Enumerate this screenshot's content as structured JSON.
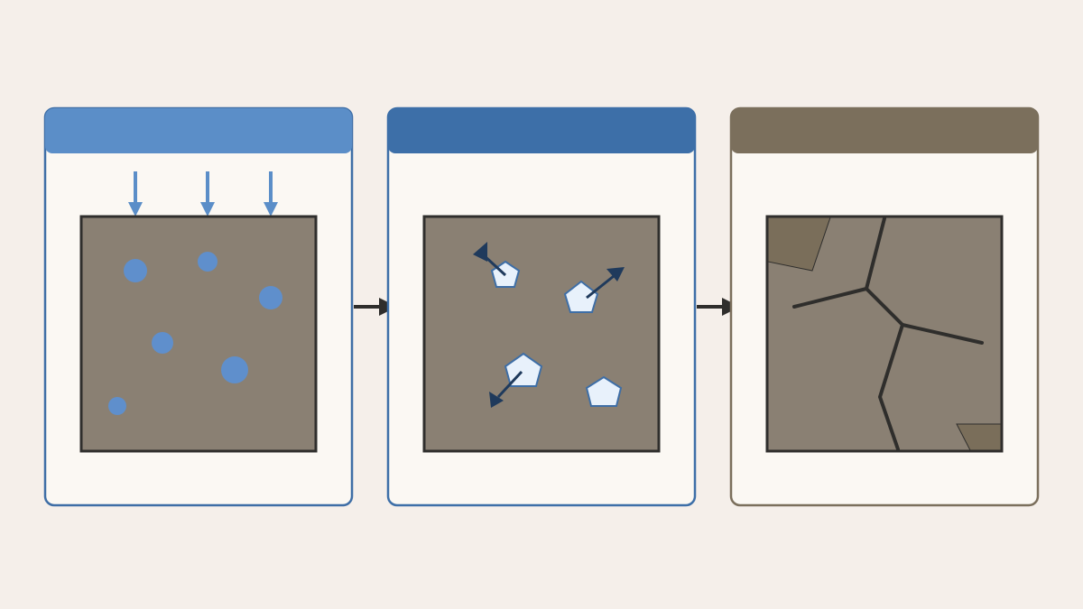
{
  "colors": {
    "background": "#f5efea",
    "card_fill": "#fbf8f3",
    "stage1_accent": "#5b8ec8",
    "stage1_border": "#3e6ea6",
    "stage2_accent": "#3d6fa8",
    "stage2_border": "#3d6fa8",
    "stage3_accent": "#7b6f5c",
    "stage3_border": "#7b6f5c",
    "material": "#8a8073",
    "outline": "#2f2e2c",
    "water_drop": "#5f8fcc",
    "ice_crystal_fill": "#e8f1fb",
    "ice_crystal_stroke": "#3e6ea6",
    "expansion_arrow": "#1f3a5c",
    "spalled_fragment": "#7a6e5a",
    "crack": "#2f2e2c"
  },
  "stages": [
    {
      "id": "water-infiltration",
      "icons": [
        "water-drop-icon",
        "downward-arrow-icon"
      ]
    },
    {
      "id": "ice-expansion",
      "icons": [
        "ice-crystal-icon",
        "expansion-arrow-icon"
      ]
    },
    {
      "id": "cracking-spalling",
      "icons": [
        "crack-icon",
        "spalled-fragment-icon"
      ]
    }
  ]
}
